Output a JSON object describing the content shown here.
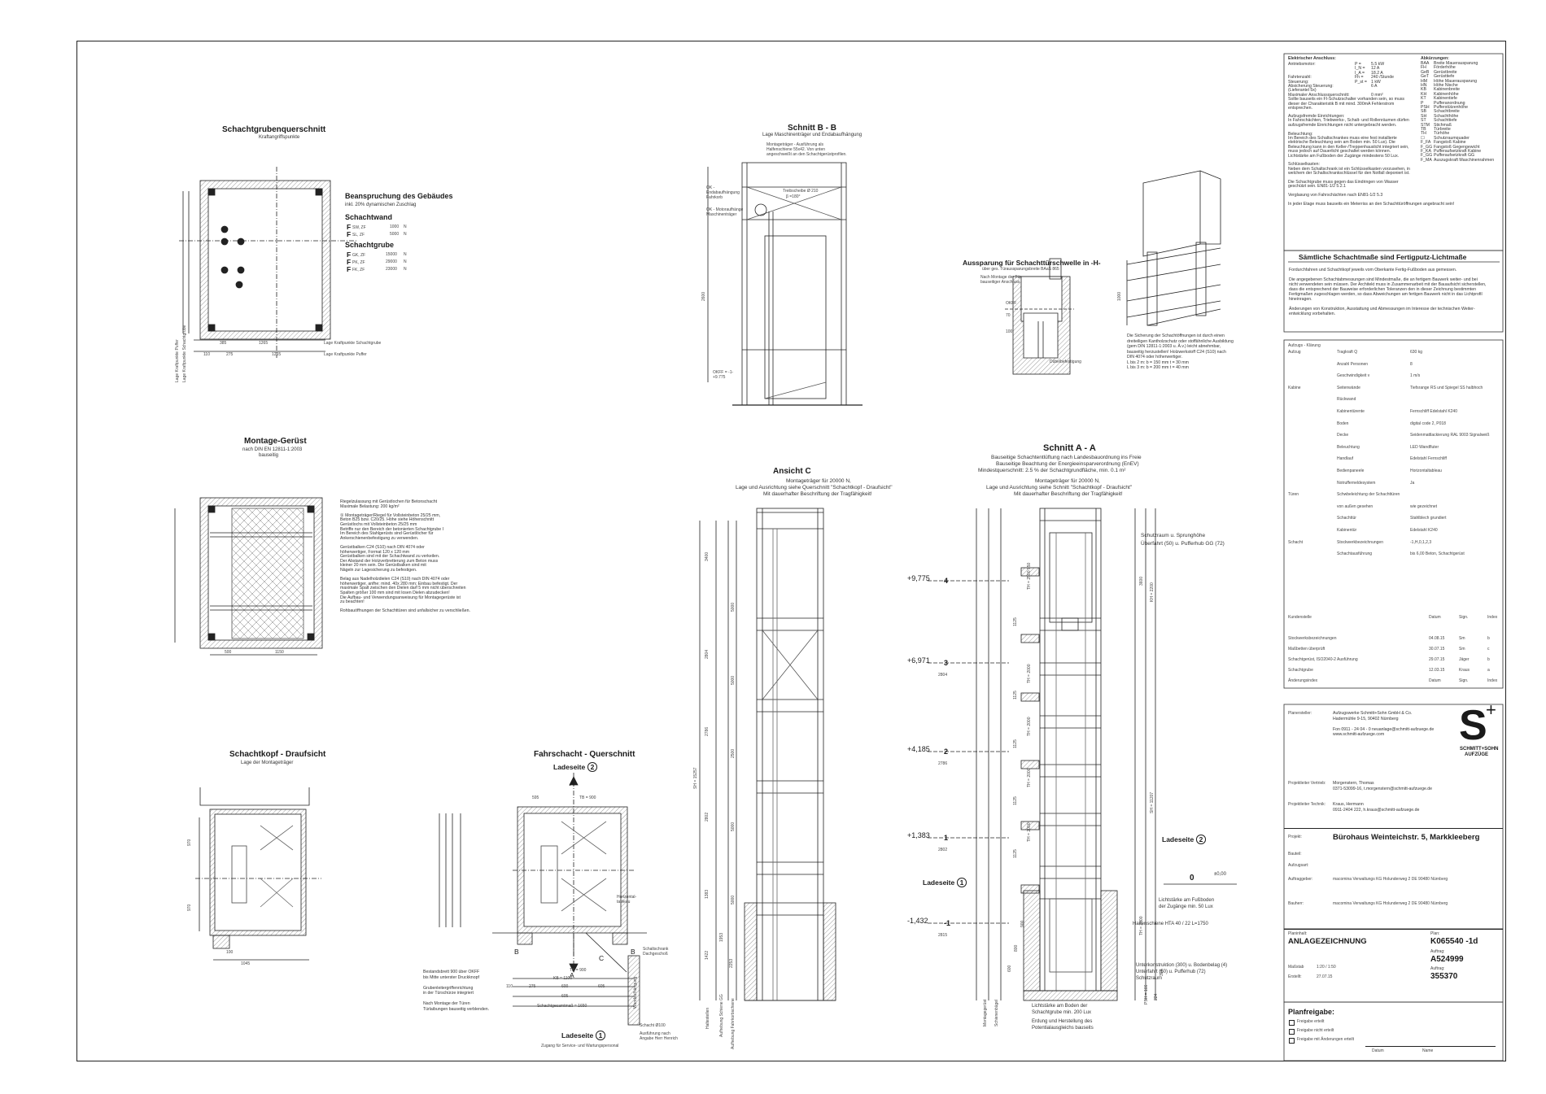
{
  "views": {
    "schachtgrube": {
      "title": "Schachtgrubenquerschnitt",
      "subtitle": "Kraftangriffspunkte",
      "dims": {
        "a": "385",
        "b": "1265",
        "c": "110",
        "d": "275",
        "e": "1265"
      },
      "labels": {
        "puffer": "Lage Kraftpunkte Schachtgrube",
        "puffer2": "Lage Kraftpunkte Puffer",
        "side1": "Lage Kraftpunkte Puffer",
        "side2": "Lage Kraftpunkte Schachtgrube"
      }
    },
    "beanspruchung": {
      "title": "Beanspruchung des Gebäudes",
      "subtitle": "inkl. 20% dynamischen Zuschlag",
      "wand_title": "Schachtwand",
      "wand": [
        {
          "sym": "F",
          "sub": "SW, ZF",
          "val": "1000",
          "unit": "N"
        },
        {
          "sym": "F",
          "sub": "SL, ZF",
          "val": "5000",
          "unit": "N"
        }
      ],
      "grube_title": "Schachtgrube",
      "grube": [
        {
          "sym": "F",
          "sub": "GK, ZF",
          "val": "15000",
          "unit": "N"
        },
        {
          "sym": "F",
          "sub": "PK, ZF",
          "val": "29000",
          "unit": "N"
        },
        {
          "sym": "F",
          "sub": "FK, ZF",
          "val": "23000",
          "unit": "N"
        }
      ]
    },
    "montage": {
      "title": "Montage-Gerüst",
      "subtitle1": "nach DIN EN 12811-1:2003",
      "subtitle2": "bauseitig",
      "dims": {
        "a": "500",
        "b": "1150"
      },
      "notes": [
        "Riegelzulassung mit Gerüstlochen für Betonschacht",
        "Maximale Belastung: 200 kg/m²",
        "",
        "①  Montageträger/Riegel für Vollsteinbeton 25/25 mm,",
        "    Beton B25 bzw. C20/25. Höhe siehe Höhenschnitt",
        "    Gerüstlochs mit Vollsteinbeton 25/25 mm",
        "    Betriffe nur den Bereich der betonierten Schachtgrube I",
        "    Im Bereich des Stahlgerüsts sind Gerüstlöcher für",
        "    Ankerschienenbefestigung zu verwenden.",
        "",
        "    Gerüstbalken C24 (S10) nach DIN 4074 oder",
        "    höherwertiger, Format 120 x 120 mm",
        "    Gerüstbalken sind mit der Schachtwand zu verkeilen.",
        "    Der Abstand der Holzverbretterung zum Beton muss",
        "    kleiner 20 mm sein. Die Gerüstbalken sind mit",
        "    Nägeln zur Lagesicherung zu befestigen.",
        "",
        "Belag aus Nadelholzdielen C24 (S10) nach DIN 4074 oder",
        "höherwertiger, anfhe; mind. 40x 280 mm; Einbau befestigt. Der",
        "maximale Spalt zwischen den Dielen darf 5 mm nicht überschreiten",
        "Spalten größer 100 mm sind mit losen Dielen abzudecken!",
        "Die Aufbau- und Verwendungsanweisung für Montagegerüste ist",
        "zu beachten!",
        "",
        "Rohbauöffnungen der Schachttüren sind unfallsicher zu verschließen."
      ]
    },
    "schnitt_bb": {
      "title": "Schnitt B - B",
      "subtitle": "Lage Maschinenträger und Endabaufhängung",
      "callout": [
        "Montageträger - Ausführung als",
        "Halfenschiene 55x42. Von unten",
        "angeschweißt an den Schachtgerüstprofilen."
      ],
      "l1": [
        "OK -",
        "Endabaufhängung",
        "Fahrkorb"
      ],
      "l2": [
        "OK - Motoraufhänge",
        "Maschinenträger"
      ],
      "l3": "Treibscheibe Ø 210",
      "l4": "β =180°",
      "l5": [
        "OKFF = -1-",
        "+9.775"
      ],
      "dim": "2600"
    },
    "aussparung": {
      "title": "Aussparung für Schachttürschwelle in -H-",
      "subtitle": "über ges. Türaussparungsbreite BAaS 865",
      "note": [
        "Nach Montage der Tür",
        "bauseitiger Anschluss"
      ],
      "dims": {
        "a": "OKFF",
        "b": "70",
        "c": "100"
      },
      "label": "Dübelbefestigung"
    },
    "rahmen": {
      "note": [
        "Die Sicherung der Schachtöffnungen ist durch einen",
        "dreiteiligen Kantholzschutz oder stoffähnliche Ausbildung",
        "(gem DIN 12811-1:2003 u. Ä.v.) leicht abnehmbar,",
        "bauseitig herzustellen! Holzwerkstoff C24 (S10) nach",
        "DIN 4074 oder höherwertiger.",
        "L bis 2 m:    b = 150 mm     t = 30 mm",
        "L bis 3 m:    b = 200 mm     t = 40 mm"
      ],
      "dim": "1000"
    },
    "schachtkopf": {
      "title": "Schachtkopf - Draufsicht",
      "subtitle": "Lage der Montageträger",
      "dims": {
        "a": "100",
        "b": "1045",
        "c": "970",
        "d": "970"
      }
    },
    "fahrschacht": {
      "title": "Fahrschacht - Querschnitt",
      "ladeseite2": "Ladeseite",
      "ladeseite1": "Ladeseite",
      "n2": "2",
      "n1": "1",
      "markA": "A",
      "markB": "B",
      "markC": "C",
      "dims": {
        "a": "595",
        "b": "TB = 900",
        "c": "TB = 900",
        "d": "KB = 1100",
        "e": "110",
        "f": "275",
        "g": "600",
        "h": "605",
        "i": "605",
        "j": "Schachtgesamtmaß = 1650"
      },
      "notes": [
        "Bestandsbrett   900 über OKFF",
        "bis Mitte unterster Druckknopf",
        "",
        "Grubenleitergriffenrichtung",
        "in der Türschürze integriert",
        "",
        "Nach Montage der Türen",
        "Türlaibungen bauseitig verblenden."
      ],
      "side": [
        "Schaltschrank",
        "Dachgeschoß"
      ],
      "side2": "Wandaufhängung",
      "side3": [
        "Ausführung nach",
        "Angabe Herr Henrich"
      ],
      "dim2": "Schacht Ø100",
      "foot": "Zugang für Service- und Wartungspersonal",
      "tableau": [
        "Horizontal-",
        "tableau"
      ]
    },
    "ansicht_c": {
      "title": "Ansicht C",
      "lines": [
        "Montageträger für 20000 N,",
        "Lage und Ausrichtung siehe Querschnitt \"Schachtkopf - Draufsicht\"",
        "Mit dauerhafter Beschriftung der Tragfähigkeit!"
      ],
      "dims_left": [
        "3400",
        "2804",
        "2786",
        "2802",
        "1383",
        "1953",
        "2253",
        "1422"
      ],
      "dims_in": [
        "5000",
        "5000",
        "2500",
        "5000",
        "5000"
      ],
      "verticals": [
        "Haltestellen",
        "Aufhebung Schiene GG",
        "Aufhebung Fahrkorbschiene"
      ],
      "sh": "SH = 15257"
    },
    "schnitt_aa": {
      "title": "Schnitt A - A",
      "lines": [
        "Bauseitige Schachtentlüftung nach Landesbauordnung ins Freie",
        "Bauseitige Beachtung der Energieeinsparverordnung (EnEV)",
        "Mindestquerschnitt:  2.5 % der Schachtgrundfläche, min.  0.1 m²"
      ],
      "lines2": [
        "Montageträger für 20000 N,",
        "Lage und Ausrichtung siehe Schnitt \"Schachtkopf - Draufsicht\"",
        "Mit dauerhafter Beschriftung der Tragfähigkeit!"
      ],
      "schutz": [
        "Schutzraum u. Sprunghöhe",
        "Überfahrt (50) u. Pufferhub GG (72)"
      ],
      "levels": [
        {
          "h": "+9,775",
          "n": "4",
          "d": ""
        },
        {
          "h": "+6,971",
          "n": "3",
          "d": "2804"
        },
        {
          "h": "+4,185",
          "n": "2",
          "d": "2786"
        },
        {
          "h": "+1,383",
          "n": "1",
          "d": "2802"
        },
        {
          "h": "-1,432",
          "n": "-1",
          "d": "2815"
        }
      ],
      "zero": "0",
      "zero_h": "±0,00",
      "ladeseite1": "Ladeseite",
      "n1": "1",
      "ladeseite2": "Ladeseite",
      "n2": "2",
      "licht": [
        "Lichtstärke am Fußboden",
        "der Zugänge min. 50 Lux"
      ],
      "halfen": "Halfenschiene HTA 40 / 22 L=1750",
      "unter": [
        "Unterkonstruktion (300) u. Bodenbelag (4)",
        "Unterfahrt (50) u. Pufferhub (72)",
        "Schutzraum"
      ],
      "licht2": [
        "Lichtstärke am Boden der",
        "Schachtgrube min. 200 Lux"
      ],
      "erdung": [
        "Erdung und Herstellung des",
        "Potentialausgleichs bauseits"
      ],
      "th": [
        "TH = 2500",
        "TH = 2000",
        "TH = 2000",
        "TH = 2000",
        "TH = 2000"
      ],
      "dims": [
        "1125",
        "1125",
        "1125",
        "1125",
        "1125",
        "600",
        "800",
        "900",
        "950"
      ],
      "right_dims": [
        "3600",
        "KH = 2200",
        "SH = 11207",
        "TH = 2000",
        "304",
        "224",
        "PSH = 166"
      ],
      "verticals": [
        "Montagegerüst",
        "Schienenbügel"
      ]
    }
  },
  "titleblock": {
    "elec": {
      "title": "Elektrischer Anschluss:",
      "rows": [
        [
          "Antriebsmotor:",
          "P =",
          "5.5  kW"
        ],
        [
          "",
          "I_N =",
          "12  A"
        ],
        [
          "",
          "I_A =",
          "18.2  A"
        ],
        [
          "Fahrtenzahl:",
          "Fh =",
          "240  /Stunde"
        ],
        [
          "Steuerung:",
          "P_st =",
          "1  kW"
        ],
        [
          "Absicherung Steuerung:",
          "",
          "6  A"
        ],
        [
          "(Lieferantel 5x)",
          "",
          ""
        ],
        [
          "Maximaler Anschlussquerschnitt:",
          "",
          "0  mm²"
        ],
        [
          "Sollte bauseits ein FI-Schutzschalter vorhanden sein, so muss",
          "",
          ""
        ],
        [
          "dieser der Charakteristik B mit mind. 300mA Fehlerstrom",
          "",
          ""
        ],
        [
          "entsprechen.",
          "",
          ""
        ]
      ],
      "lines": [
        "Aufzugsfremde Einrichtungen:",
        "In Fahrschächten, Triebwerks-, Schalt- und Rollenräumen dürfen",
        "aufzugsfremde Einrichtungen nicht untergebracht werden.",
        "",
        "Beleuchtung:",
        "Im Bereich des Schaltschrankes muss eine fest installierte",
        "elektrische Beleuchtung sein am Boden min. 50 Lux). Die",
        "Beleuchtung kann in den Keller-/Treppenhauslicht integriert sein,",
        "muss jedoch auf Dauerlicht geschaltet werden können.",
        "Lichtstärke am Fußboden der Zugänge mindestens 50 Lux.",
        "",
        "Schlüsselkasten:",
        "Neben dem Schaltschrank ist ein Schlüsselkasten vorzusehen, in",
        "welchem der Schaltschrankschlüssel für den Notfall deponiert ist.",
        "",
        "Die Schachtgrube muss gegen das Eindringen von Wasser",
        "geschützt sein. EN81-1/2 5.2.1",
        "",
        "Verglasung von Fahrschächten nach EN81-1/2 5.3",
        "",
        "In jeder Etage muss bauseits ein Meterriss an den Schachttüröffnungen angebracht sein!"
      ],
      "abbr_title": "Abkürzungen:",
      "abbr": [
        [
          "BAA",
          "Breite Mauerausparung"
        ],
        [
          "FH",
          "Förderhöhe"
        ],
        [
          "GeB",
          "Gerüstbreite"
        ],
        [
          "GeT",
          "Gerüsttiefe"
        ],
        [
          "HM",
          "Höhe Mauerausparung"
        ],
        [
          "HN",
          "Höhe Nische"
        ],
        [
          "KB",
          "Kabinenbreite"
        ],
        [
          "KH",
          "Kabinenhöhe"
        ],
        [
          "KT",
          "Kabinentiefe"
        ],
        [
          "P",
          "Pufferanordnung"
        ],
        [
          "PSH",
          "Pufferstützenhöhe"
        ],
        [
          "SB",
          "Schachtbreite"
        ],
        [
          "SH",
          "Schachthöhe"
        ],
        [
          "ST",
          "Schachttiefe"
        ],
        [
          "STM",
          "Stichmaß"
        ],
        [
          "TB",
          "Türbreite"
        ],
        [
          "TH",
          "Türhöhe"
        ],
        [
          "☐",
          "Schutzraumquader"
        ],
        [
          "F_FA",
          "Fangstoß Kabine"
        ],
        [
          "F_GG",
          "Fangstoß Gegengewicht"
        ],
        [
          "F_KA",
          "Pufferaufsetzkraft Kabine"
        ],
        [
          "F_GG",
          "Pufferaufsetzkraft GG"
        ],
        [
          "F_MA",
          "Auszugskraft Maschinenrahmen"
        ]
      ]
    },
    "banner": "Sämtliche Schachtmaße sind Fertigputz-Lichtmaße",
    "banner_notes": [
      "Fordurchfahren und Schachtkopf jeweils vom Oberkante Fertig-Fußboden aus gemessen.",
      "",
      "Die angegebenen Schachtabmessungen sind Mindestmaße, die an fertigem Bauwerk weiter- und bei",
      "nicht verwendeten sein müssen. Der Architekt muss in Zusammenarbeit mit der Bauaufsicht sicherstellen,",
      "dass die entsprechend der Bauweise erforderlichen Toleranzen den in dieser Zeichnung bestimmten",
      "Fertigmaßen zugeschlagen werden, so dass Abweichungen am fertigen Bauwerk nicht in das Lichtprofil",
      "hineinragen.",
      "",
      "Änderungen von Konstruktion, Ausstattung und Abmessungen im Interesse der technischen Weiter-",
      "entwicklung vorbehalten."
    ],
    "specs_title": "Aufzugs - Klärung",
    "specs": [
      [
        "Aufzug",
        "Tragkraft Q",
        "630  kg"
      ],
      [
        "",
        "Anzahl Personen",
        "8"
      ],
      [
        "",
        "Geschwindigkeit v",
        "1  m/s"
      ],
      [
        "Kabine",
        "Seitenwände",
        "Tiefsrange RS und Spiegel SS halbhoch"
      ],
      [
        "",
        "Rückwand",
        ""
      ],
      [
        "",
        "Kabinentürente",
        "Fernschliff Edelstahl K240"
      ],
      [
        "",
        "Boden",
        "digital code 2, P018"
      ],
      [
        "",
        "Decke",
        "Seidenmattlackierung RAL 9003 Signalweiß"
      ],
      [
        "",
        "Beleuchtung",
        "LED Wandfluter"
      ],
      [
        "",
        "Handlauf",
        "Edelstahl Fernschliff"
      ],
      [
        "",
        "Bedienpaneele",
        "Horizontaltableau"
      ],
      [
        "",
        "Notrufferneldesystem",
        "Ja"
      ],
      [
        "Türen",
        "Schwbeleichtung der Schachttüren",
        ""
      ],
      [
        "",
        "von außen gesehen",
        "wie gezeichnet"
      ],
      [
        "",
        "Schachttür",
        "Stahlblech grundiert"
      ],
      [
        "",
        "Kabinentür",
        "Edelstahl K240"
      ],
      [
        "Schacht",
        "Stockwerkbezeichnungen",
        "-1,H,0,1,2,3"
      ],
      [
        "",
        "Schachtausführung",
        "bis 6,00 Beton, Schachtgerüst"
      ]
    ],
    "rev_head": [
      "Kundenstelle",
      "Datum",
      "Sign.",
      "Index"
    ],
    "revs": [
      [
        "Stockwerksbezeichnungen",
        "04.08.15",
        "Sm",
        "b"
      ],
      [
        "Maßbetten überprüft",
        "30.07.15",
        "Sm",
        "c"
      ],
      [
        "Schachtgerüst, ISO2040-2 Ausführung",
        "29.07.15",
        "Jäger",
        "b"
      ],
      [
        "Schachtgrube",
        "12.03.15",
        "Kraus",
        "a"
      ],
      [
        "Änderungsindex",
        "Datum",
        "Sign.",
        "Index"
      ]
    ],
    "planersteller_l": "Planersteller:",
    "planersteller": [
      "Aufzugswerke Schmitt+Sohn GmbH & Co.",
      "Hadermühle 9-15,  90402 Nürnberg",
      "",
      "Fon 0911 - 24 04 - 0    neuanlage@schmitt-aufzuege.de",
      "www.schmitt-aufzuege.com"
    ],
    "vertrieb_l": "Projektleiter Vertrieb:",
    "vertrieb": [
      "Morgenstern, Thomas",
      "0371-53099-16, t.morgenstern@schmitt-aufzuege.de"
    ],
    "technik_l": "Projektleiter Technik:",
    "technik": [
      "Kraus, Hermann",
      "0911-2404 222, h.kraus@schmitt-aufzuege.de"
    ],
    "logo_s": "S",
    "logo_plus": "+",
    "logo_t1": "SCHMITT+SOHN",
    "logo_t2": "AUFZÜGE",
    "projekt_l": "Projekt:",
    "projekt": "Bürohaus Weinteichstr. 5, Markkleeberg",
    "bauteil_l": "Bauteil:",
    "aufzug_l": "Aufzugsart:",
    "auftraggeber_l": "Auftraggeber:",
    "auftraggeber": "macomina Verwaltungs KG   Holunderweg 2 DE 90480 Nürnberg",
    "bauherr_l": "Bauherr:",
    "bauherr": "macomina Verwaltungs KG   Holunderweg 2 DE 90480 Nürnberg",
    "planinhalt_l": "Planinhalt:",
    "planinhalt": "ANLAGEZEICHNUNG",
    "plan_l": "Plan:",
    "plan": "K065540 -1d",
    "auftrag_l": "Auftrag:",
    "auftrag": "A524999",
    "auftrag2_l": "Auftrag:",
    "auftrag2": "355370",
    "massstab_l": "Maßstab",
    "massstab": "1:20 / 1:50",
    "erstellt_l": "Erstellt:",
    "erstellt": "27.07.15",
    "freigabe_title": "Planfreigabe:",
    "freigabe": [
      "Freigabe erteilt",
      "Freigabe nicht erteilt",
      "Freigabe mit Änderungen erteilt"
    ],
    "datum_l": "Datum",
    "name_l": "Name"
  }
}
